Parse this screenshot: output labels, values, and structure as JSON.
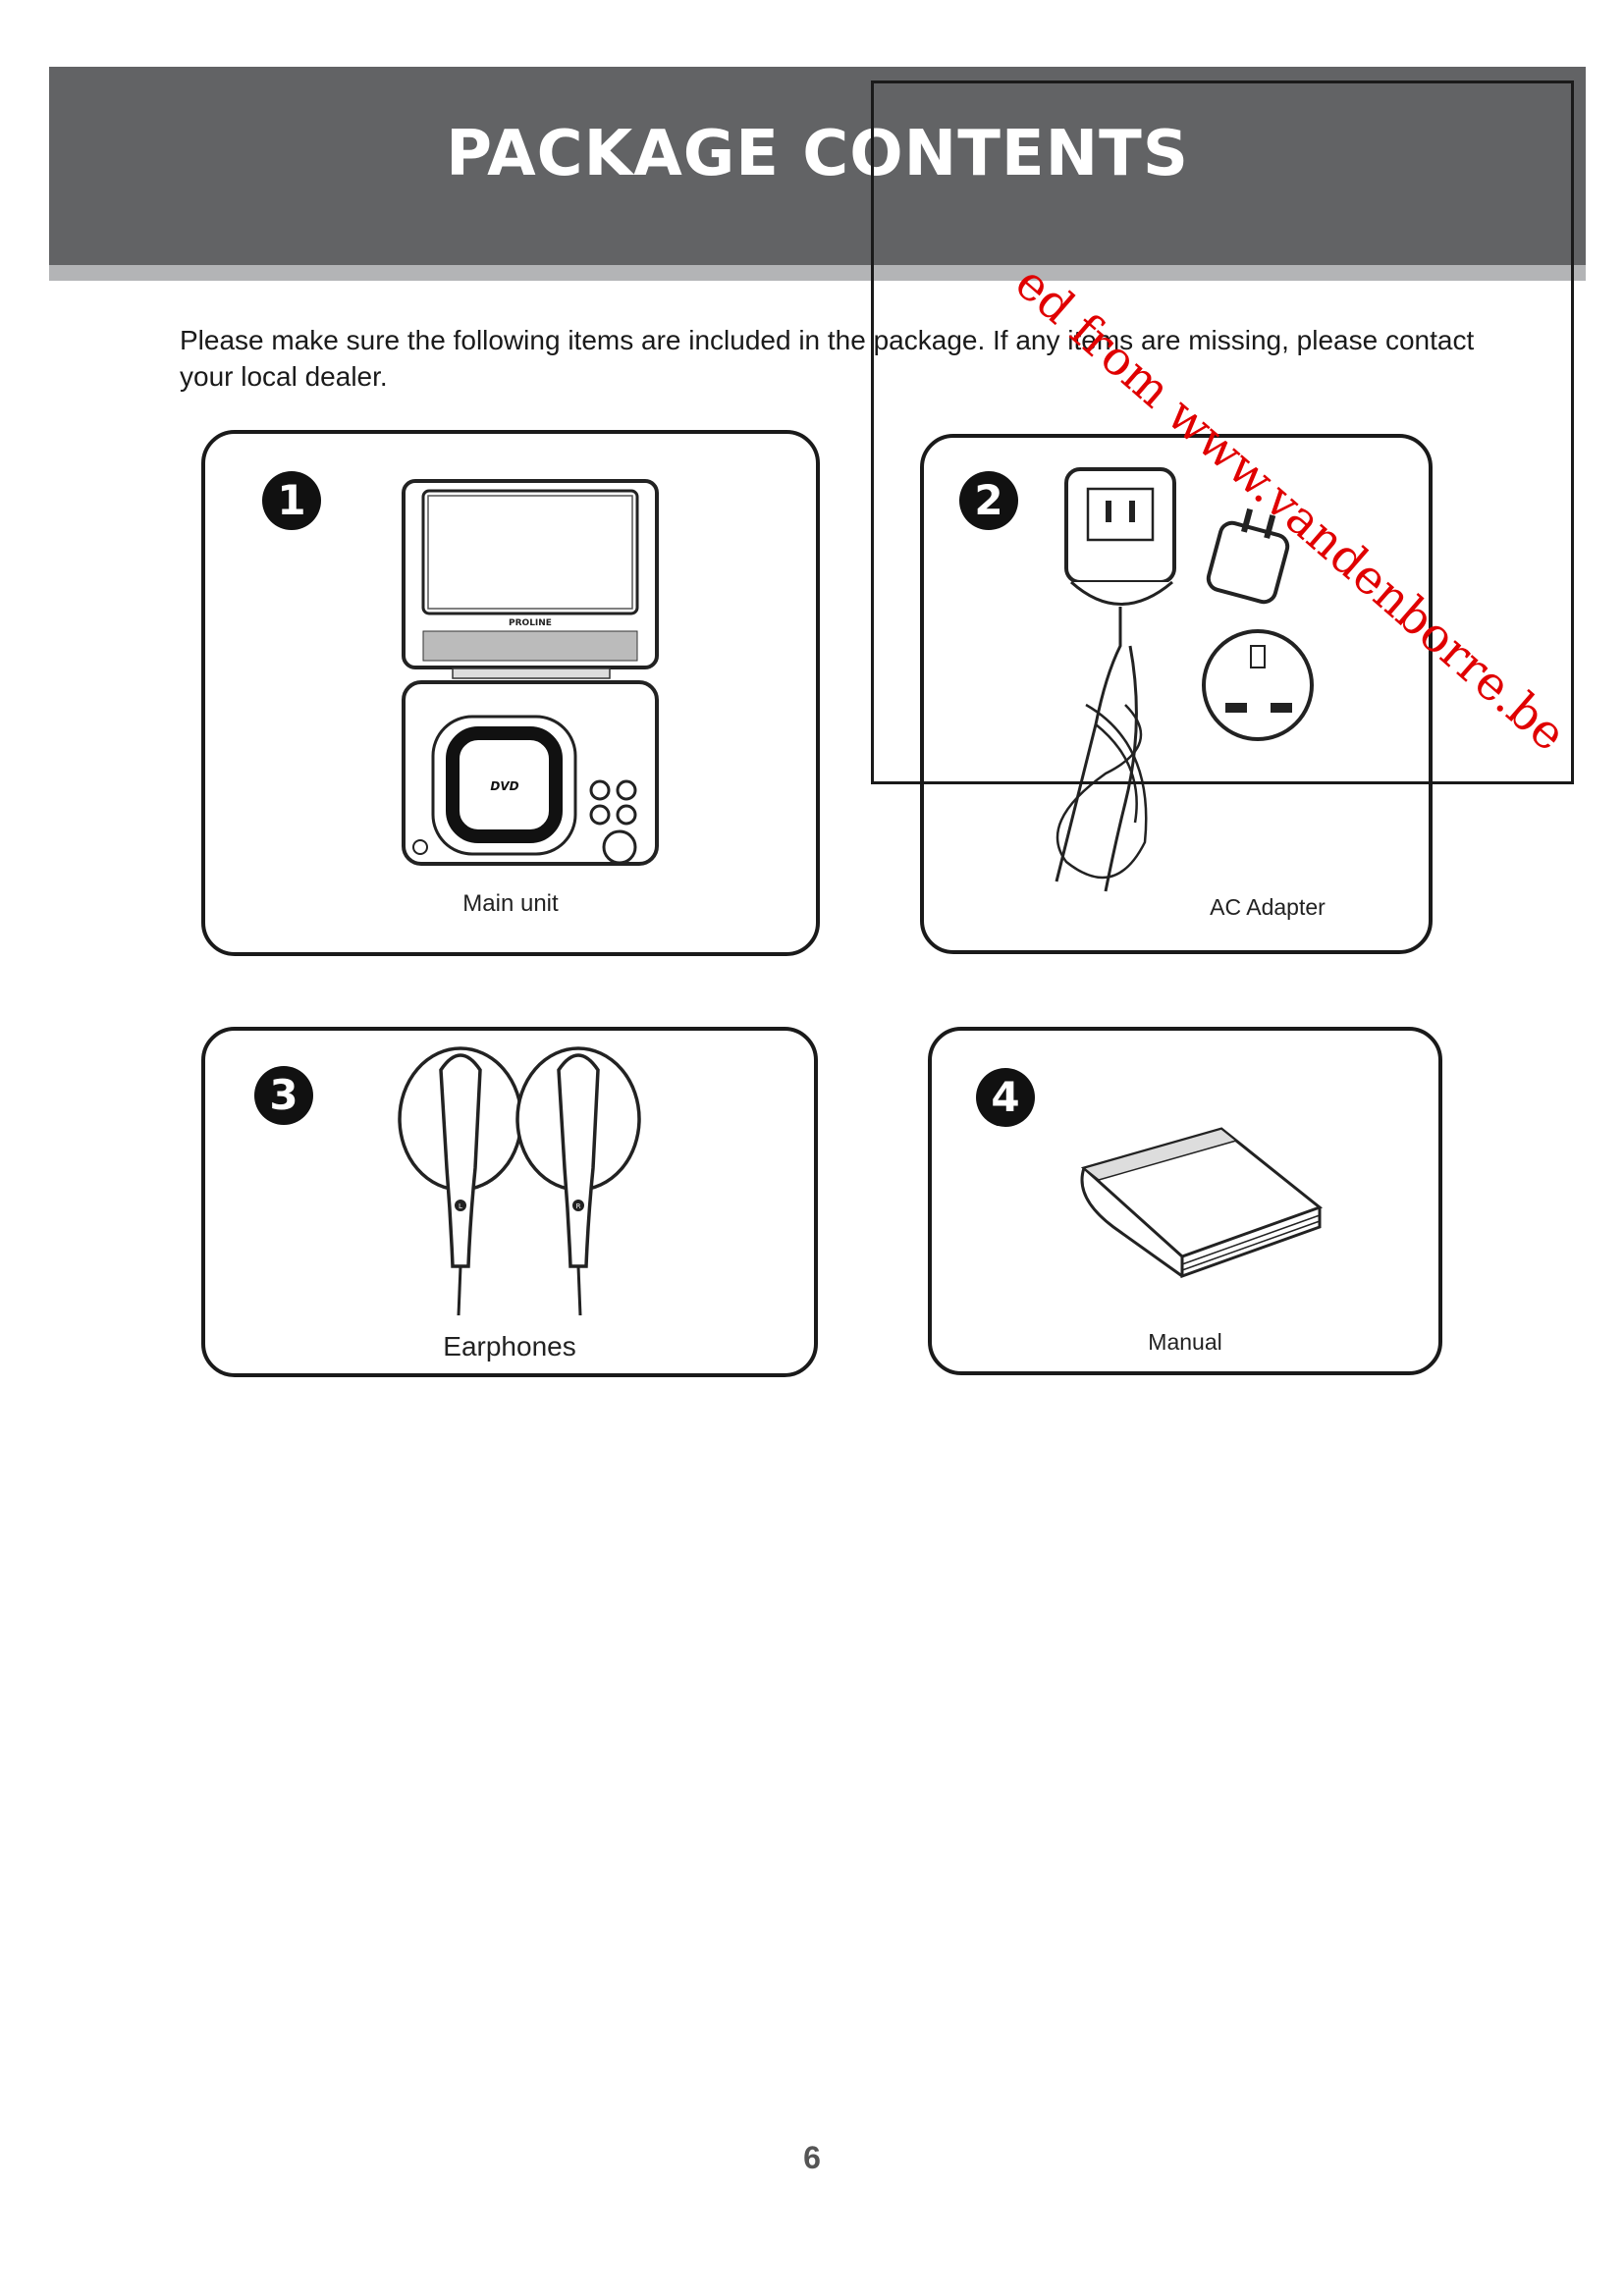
{
  "header": {
    "title": "PACKAGE CONTENTS"
  },
  "intro": "Please make sure the following items are included in the package. If any items are missing, please contact your local dealer.",
  "items": [
    {
      "number": "1",
      "caption": "Main unit",
      "brand": "PROLINE",
      "disc_label": "DVD"
    },
    {
      "number": "2",
      "caption": "AC Adapter"
    },
    {
      "number": "3",
      "caption": "Earphones",
      "left_mark": "L",
      "right_mark": "R"
    },
    {
      "number": "4",
      "caption": "Manual"
    }
  ],
  "watermark": "ed from www.vandenborre.be",
  "page_number": "6",
  "colors": {
    "header_bg": "#626365",
    "header_bar": "#b3b4b6",
    "watermark": "#e00000"
  }
}
